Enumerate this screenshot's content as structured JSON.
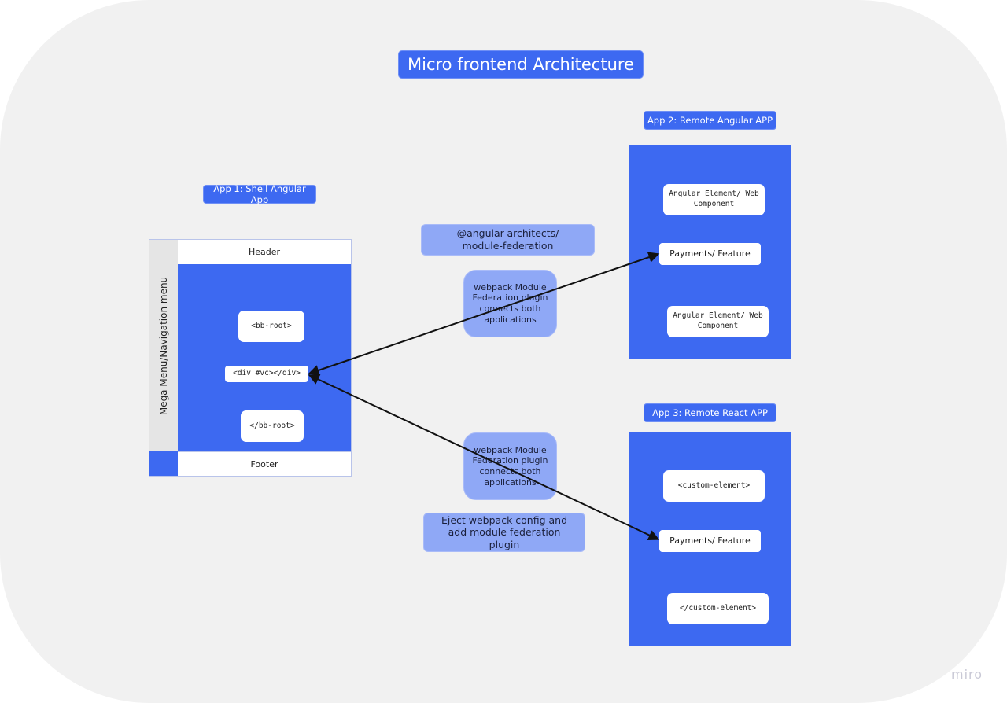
{
  "diagram": {
    "title": "Micro frontend Architecture",
    "watermark": "miro",
    "colors": {
      "primary_blue": "#3d69f1",
      "light_blue": "#8fa8f6",
      "canvas_bg": "#f1f1f1",
      "nav_gray": "#e5e5e5",
      "arrow": "#111111"
    },
    "app1": {
      "label": "App 1: Shell Angular App",
      "header": "Header",
      "footer": "Footer",
      "nav_menu": "Mega Menu/Navigation menu",
      "items": [
        "<bb-root>",
        "<div #vc></div>",
        "</bb-root>"
      ]
    },
    "app2": {
      "label": "App 2: Remote Angular APP",
      "items": [
        "Angular Element/ Web Component",
        "Payments/ Feature",
        "Angular Element/ Web Component"
      ]
    },
    "app3": {
      "label": "App 3: Remote React APP",
      "items": [
        "<custom-element>",
        "Payments/ Feature",
        "</custom-element>"
      ]
    },
    "notes": {
      "angular_architects": "@angular-architects/ module-federation",
      "federation_top": "webpack Module Federation plugin connects both applications",
      "federation_bottom": "webpack Module Federation plugin connects both applications",
      "eject": "Eject webpack config and add module federation plugin"
    },
    "connections": [
      {
        "from": "<div #vc></div>",
        "to": "App 2: Payments/ Feature",
        "type": "bidirectional-arrow"
      },
      {
        "from": "<div #vc></div>",
        "to": "App 3: Payments/ Feature",
        "type": "bidirectional-arrow"
      }
    ]
  }
}
